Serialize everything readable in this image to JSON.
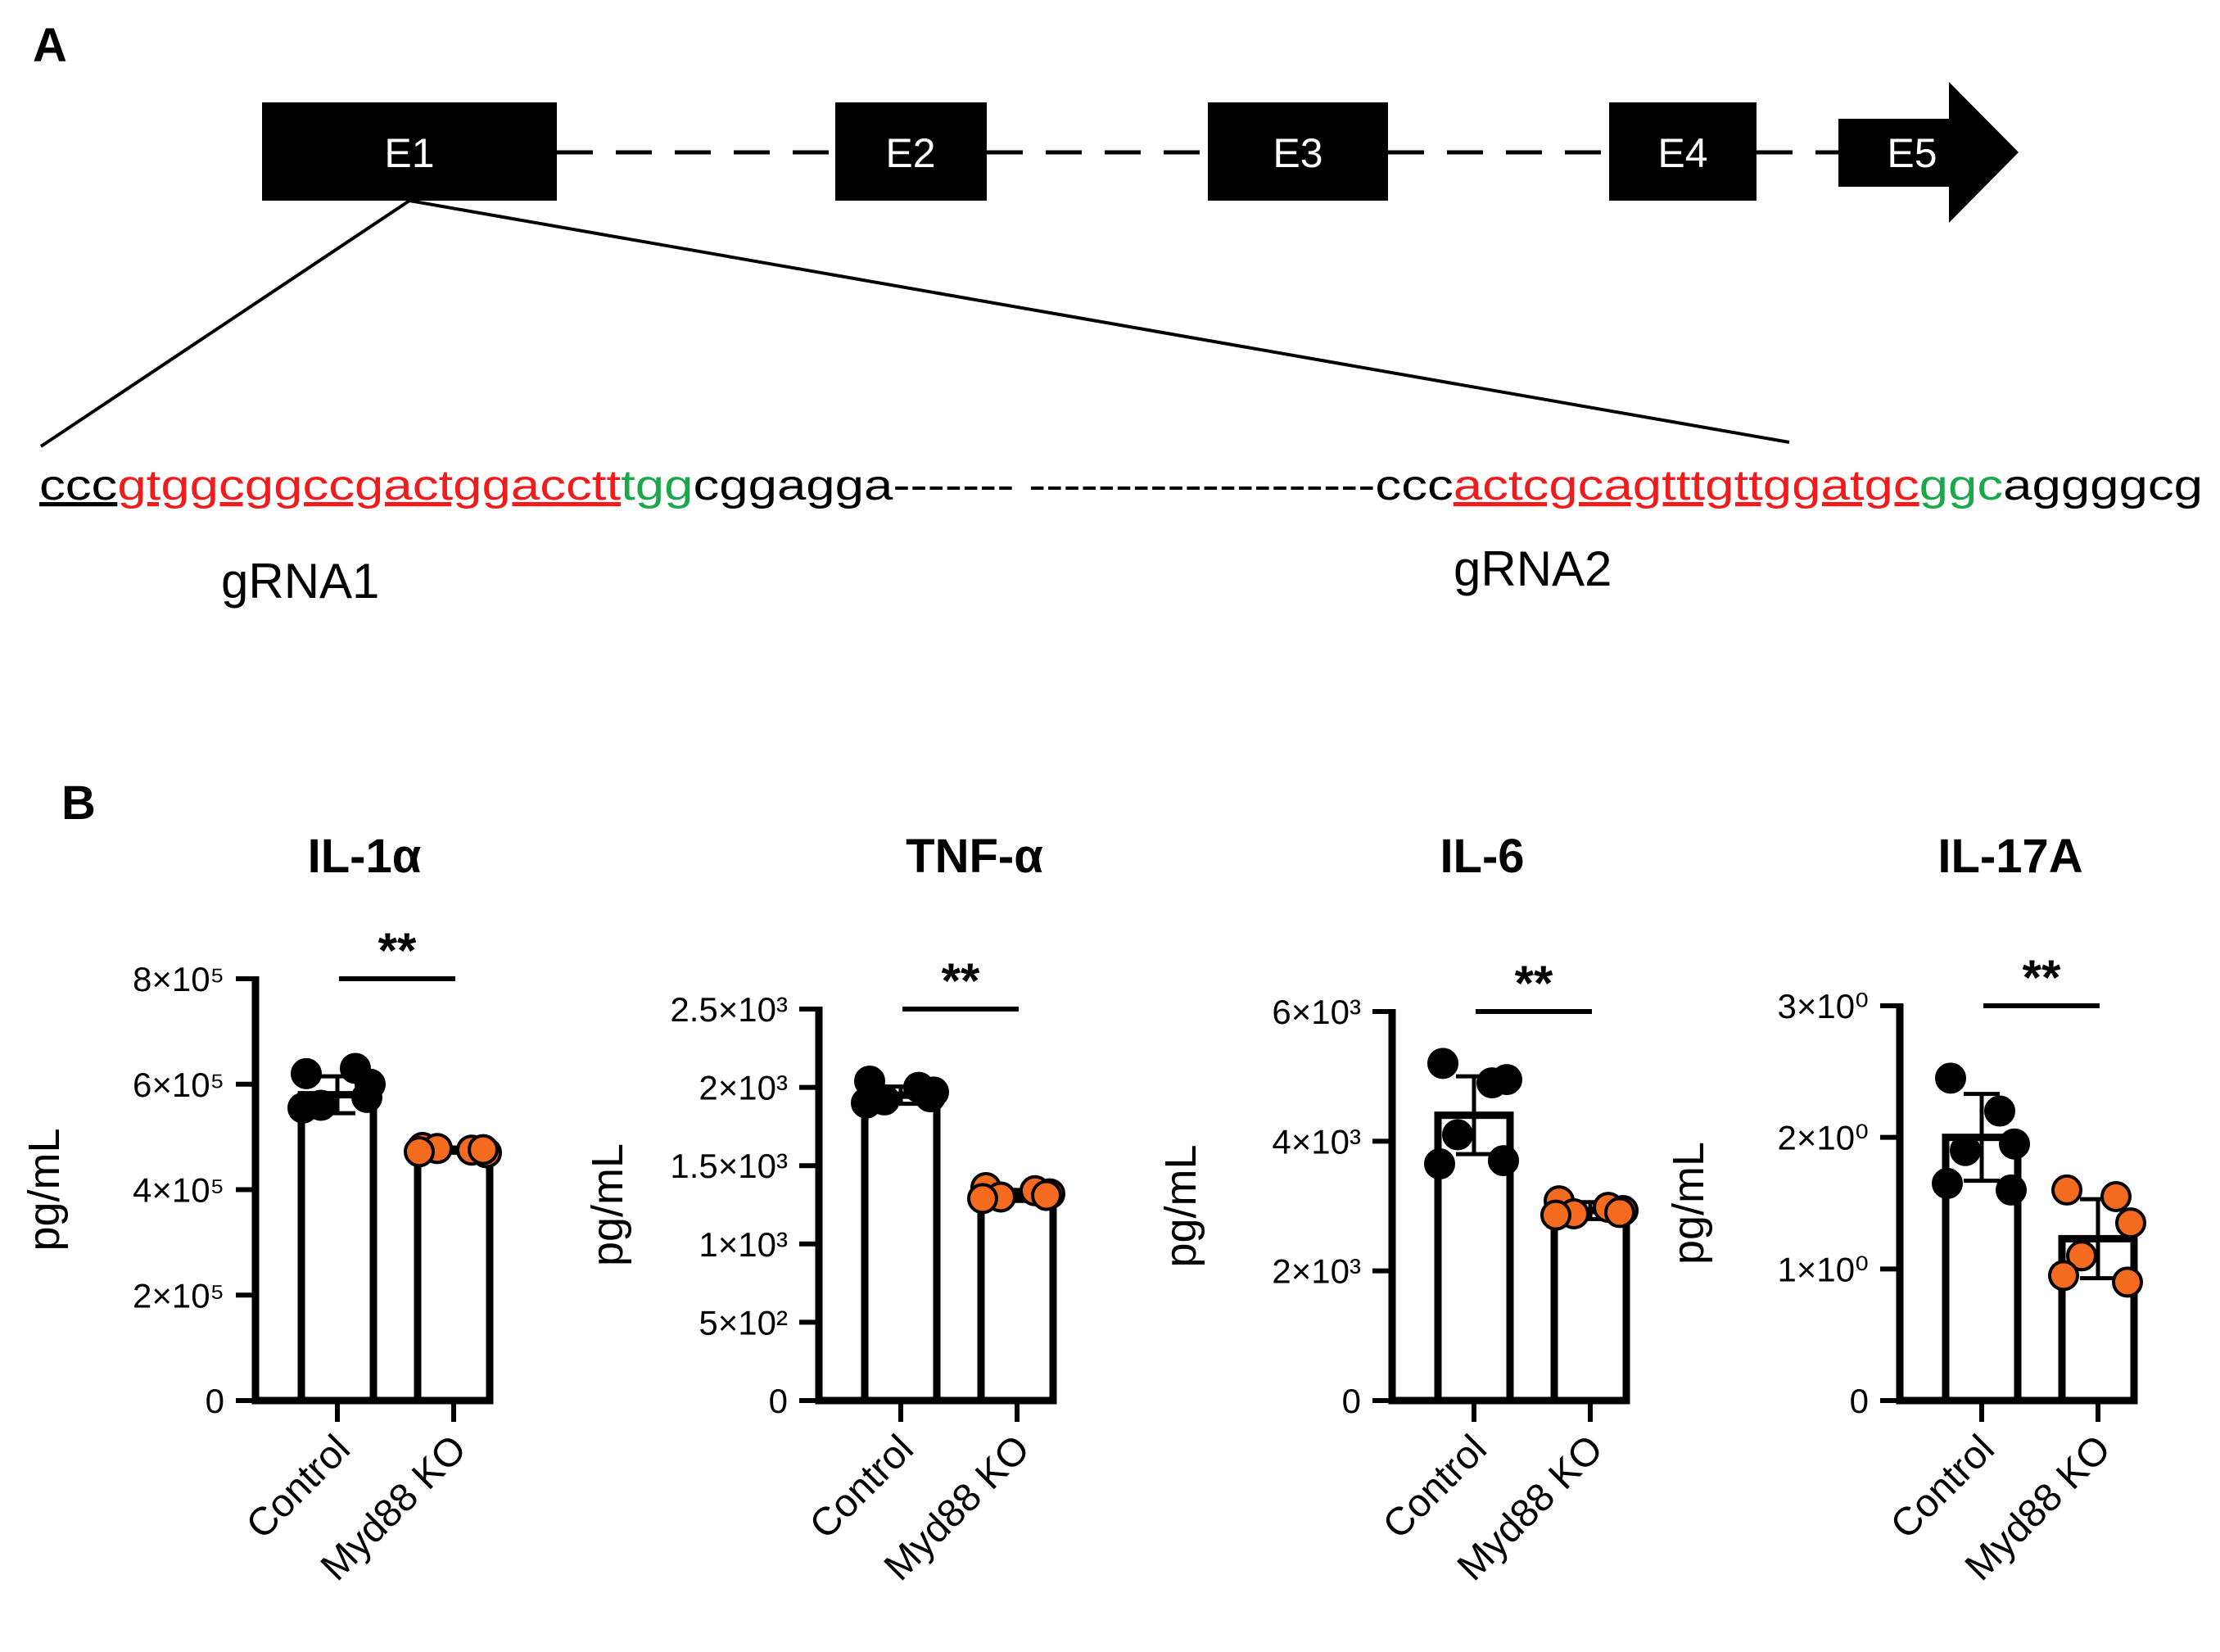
{
  "panels": [
    "A",
    "B"
  ],
  "gene_diagram": {
    "exons": [
      "E1",
      "E2",
      "E3",
      "E4",
      "E5"
    ],
    "sequence": {
      "prefix": "ccc",
      "grna1": "gtggcggccgactggacctt",
      "pam1": "tgg",
      "mid": "cggagga------- --------------------ccc",
      "grna2": "actcgcagtttgttggatgc",
      "pam2": "ggc",
      "suffix": "aggggcg"
    },
    "grna_labels": [
      "gRNA1",
      "gRNA2"
    ]
  },
  "colors": {
    "grna": "#ee1c1c",
    "pam": "#1aa84a",
    "ko_points": "#f46b1f",
    "control_points": "#000000"
  },
  "chart_data": [
    {
      "type": "bar",
      "title": "IL-1α",
      "ylabel": "pg/mL",
      "categories": [
        "Control",
        "Myd88 KO"
      ],
      "values": [
        580000,
        475000
      ],
      "error": [
        35000,
        5000
      ],
      "points": [
        [
          620000,
          630000,
          600000,
          560000,
          555000,
          575000
        ],
        [
          480000,
          475000,
          470000,
          478000,
          472000,
          476000
        ]
      ],
      "ylim": [
        0,
        800000
      ],
      "yticks": [
        0,
        200000,
        400000,
        600000,
        800000
      ],
      "ytick_labels": [
        "0",
        "2×10⁵",
        "4×10⁵",
        "6×10⁵",
        "8×10⁵"
      ],
      "significance": "**"
    },
    {
      "type": "bar",
      "title": "TNF-α",
      "ylabel": "pg/mL",
      "categories": [
        "Control",
        "Myd88 KO"
      ],
      "values": [
        1950,
        1310
      ],
      "error": [
        55,
        35
      ],
      "points": [
        [
          2040,
          2000,
          1970,
          1920,
          1900,
          1940
        ],
        [
          1360,
          1340,
          1320,
          1300,
          1290,
          1310
        ]
      ],
      "ylim": [
        0,
        2500
      ],
      "yticks": [
        0,
        500,
        1000,
        1500,
        2000,
        2500
      ],
      "ytick_labels": [
        "0",
        "5×10²",
        "1×10³",
        "1.5×10³",
        "2×10³",
        "2.5×10³"
      ],
      "significance": "**"
    },
    {
      "type": "bar",
      "title": "IL-6",
      "ylabel": "pg/mL",
      "categories": [
        "Control",
        "Myd88 KO"
      ],
      "values": [
        4400,
        2930
      ],
      "error": [
        600,
        130
      ],
      "points": [
        [
          5200,
          4900,
          4950,
          4100,
          3650,
          3700
        ],
        [
          3080,
          2980,
          2930,
          2880,
          2860,
          2900
        ]
      ],
      "ylim": [
        0,
        6000
      ],
      "yticks": [
        0,
        2000,
        4000,
        6000
      ],
      "ytick_labels": [
        "0",
        "2×10³",
        "4×10³",
        "6×10³"
      ],
      "significance": "**"
    },
    {
      "type": "bar",
      "title": "IL-17A",
      "ylabel": "pg/mL",
      "categories": [
        "Control",
        "Myd88 KO"
      ],
      "values": [
        2.0,
        1.23
      ],
      "error": [
        0.33,
        0.3
      ],
      "points": [
        [
          2.45,
          2.2,
          1.95,
          1.9,
          1.65,
          1.6
        ],
        [
          1.6,
          1.55,
          1.35,
          1.1,
          0.95,
          0.9
        ]
      ],
      "ylim": [
        0,
        3
      ],
      "yticks": [
        0,
        1,
        2,
        3
      ],
      "ytick_labels": [
        "0",
        "1×10⁰",
        "2×10⁰",
        "3×10⁰"
      ],
      "significance": "**"
    }
  ]
}
